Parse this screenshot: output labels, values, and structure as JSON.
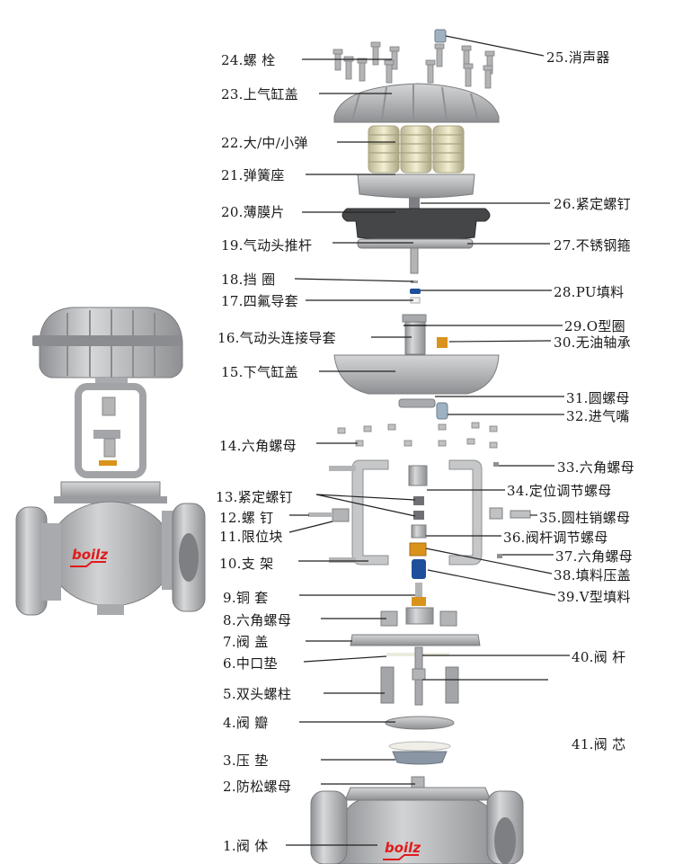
{
  "title": "气动调节阀 爆炸结构图",
  "brand": {
    "logo_text": "boilz",
    "logo_color": "#e01b1b"
  },
  "colors": {
    "metal": "#b8b9bb",
    "metal_dark": "#8e9093",
    "spring": "#e9e6c4",
    "brass": "#d9931c",
    "blue": "#1f4f9a",
    "diaphragm": "#3d3f41",
    "leader": "#222222"
  },
  "labels_left": [
    {
      "num": "24",
      "text": "螺  栓"
    },
    {
      "num": "23",
      "text": "上气缸盖"
    },
    {
      "num": "22",
      "text": "大/中/小弹"
    },
    {
      "num": "21",
      "text": "弹簧座"
    },
    {
      "num": "20",
      "text": "薄膜片"
    },
    {
      "num": "19",
      "text": "气动头推杆"
    },
    {
      "num": "18",
      "text": "挡  圈"
    },
    {
      "num": "17",
      "text": "四氟导套"
    },
    {
      "num": "16",
      "text": "气动头连接导套"
    },
    {
      "num": "15",
      "text": "下气缸盖"
    },
    {
      "num": "14",
      "text": "六角螺母"
    },
    {
      "num": "13",
      "text": "紧定螺钉"
    },
    {
      "num": "12",
      "text": "螺  钉"
    },
    {
      "num": "11",
      "text": "限位块"
    },
    {
      "num": "10",
      "text": "支  架"
    },
    {
      "num": "9",
      "text": "铜  套"
    },
    {
      "num": "8",
      "text": "六角螺母"
    },
    {
      "num": "7",
      "text": "阀    盖"
    },
    {
      "num": "6",
      "text": "中口垫"
    },
    {
      "num": "5",
      "text": "双头螺柱"
    },
    {
      "num": "4",
      "text": "阀  瓣"
    },
    {
      "num": "3",
      "text": "压  垫"
    },
    {
      "num": "2",
      "text": "防松螺母"
    },
    {
      "num": "1",
      "text": "阀  体"
    }
  ],
  "labels_right": [
    {
      "num": "25",
      "text": "消声器"
    },
    {
      "num": "26",
      "text": "紧定螺钉"
    },
    {
      "num": "27",
      "text": "不锈钢箍"
    },
    {
      "num": "28",
      "text": "PU填料"
    },
    {
      "num": "29",
      "text": "O型圈"
    },
    {
      "num": "30",
      "text": "无油轴承"
    },
    {
      "num": "31",
      "text": "圆螺母"
    },
    {
      "num": "32",
      "text": "进气嘴"
    },
    {
      "num": "33",
      "text": "六角螺母"
    },
    {
      "num": "34",
      "text": "定位调节螺母"
    },
    {
      "num": "35",
      "text": "圆柱销螺母"
    },
    {
      "num": "36",
      "text": "阀杆调节螺母"
    },
    {
      "num": "37",
      "text": "六角螺母"
    },
    {
      "num": "38",
      "text": "填料压盖"
    },
    {
      "num": "39",
      "text": "V型填料"
    },
    {
      "num": "40",
      "text": "阀  杆"
    },
    {
      "num": "41",
      "text": "阀  芯"
    }
  ]
}
